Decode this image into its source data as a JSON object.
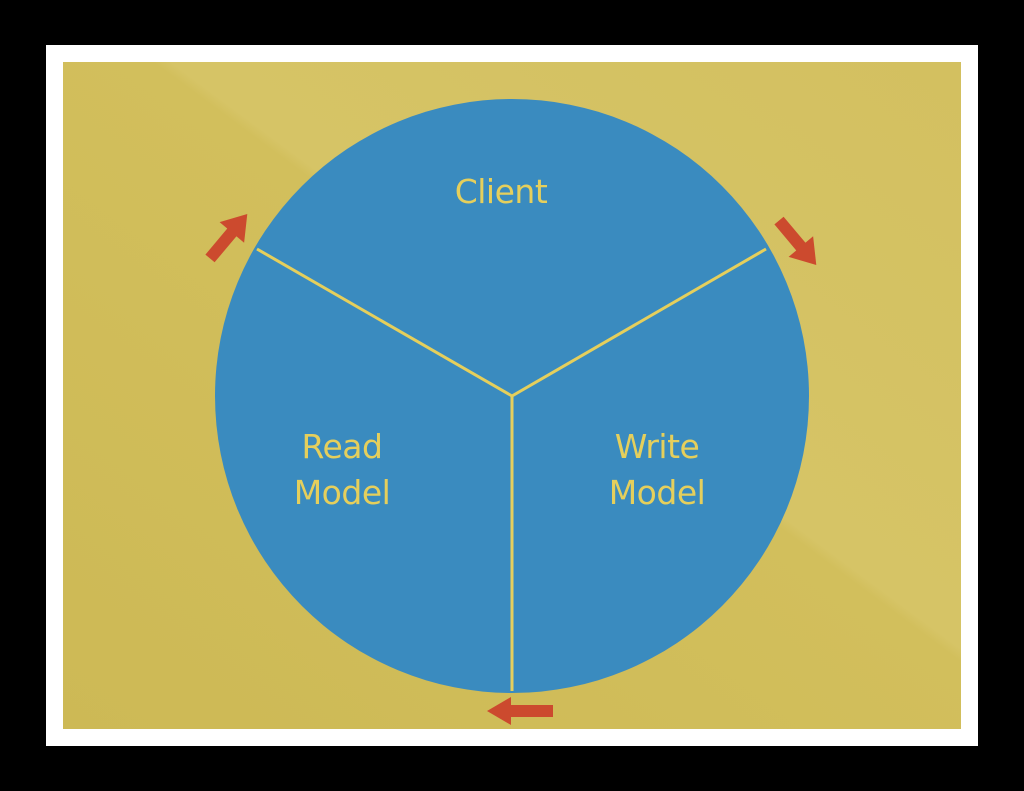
{
  "diagram": {
    "segments": {
      "client": "Client",
      "read_model": [
        "Read",
        "Model"
      ],
      "write_model": [
        "Write",
        "Model"
      ]
    },
    "colors": {
      "background": "#d4c15d",
      "circle": "#3a8bbf",
      "divider": "#e5cf5c",
      "label": "#e5cf5c",
      "arrow": "#cc4a2e"
    },
    "arrows": [
      "arrow-up-right-icon",
      "arrow-down-right-icon",
      "arrow-left-icon"
    ]
  }
}
